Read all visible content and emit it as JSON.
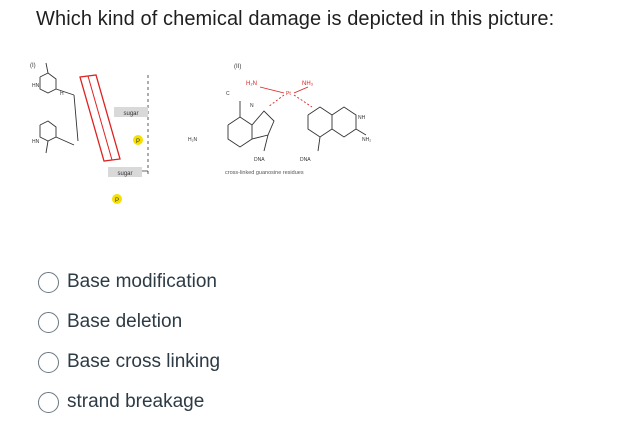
{
  "question": {
    "text": "Which kind of chemical damage is depicted in this picture:"
  },
  "figure": {
    "panel_i": {
      "label": "(I)",
      "sugar_top": "sugar",
      "sugar_bottom": "sugar",
      "phosphate": "P",
      "hn_top": "HN",
      "hn_bottom": "HN",
      "h_label": "H"
    },
    "panel_ii": {
      "label": "(II)",
      "h2n_left": "H₂N",
      "nh3_right": "NH₃",
      "pt": "Pt",
      "dna_left": "DNA",
      "dna_right": "DNA",
      "caption": "cross-linked guanosine residues",
      "nh2_left": "H₂N",
      "nh2_right": "NH₂",
      "nh_right": "NH",
      "n_label": "N",
      "c_label": "C"
    }
  },
  "answers": [
    {
      "label": "Base modification"
    },
    {
      "label": "Base deletion"
    },
    {
      "label": "Base cross linking"
    },
    {
      "label": "strand breakage"
    }
  ]
}
